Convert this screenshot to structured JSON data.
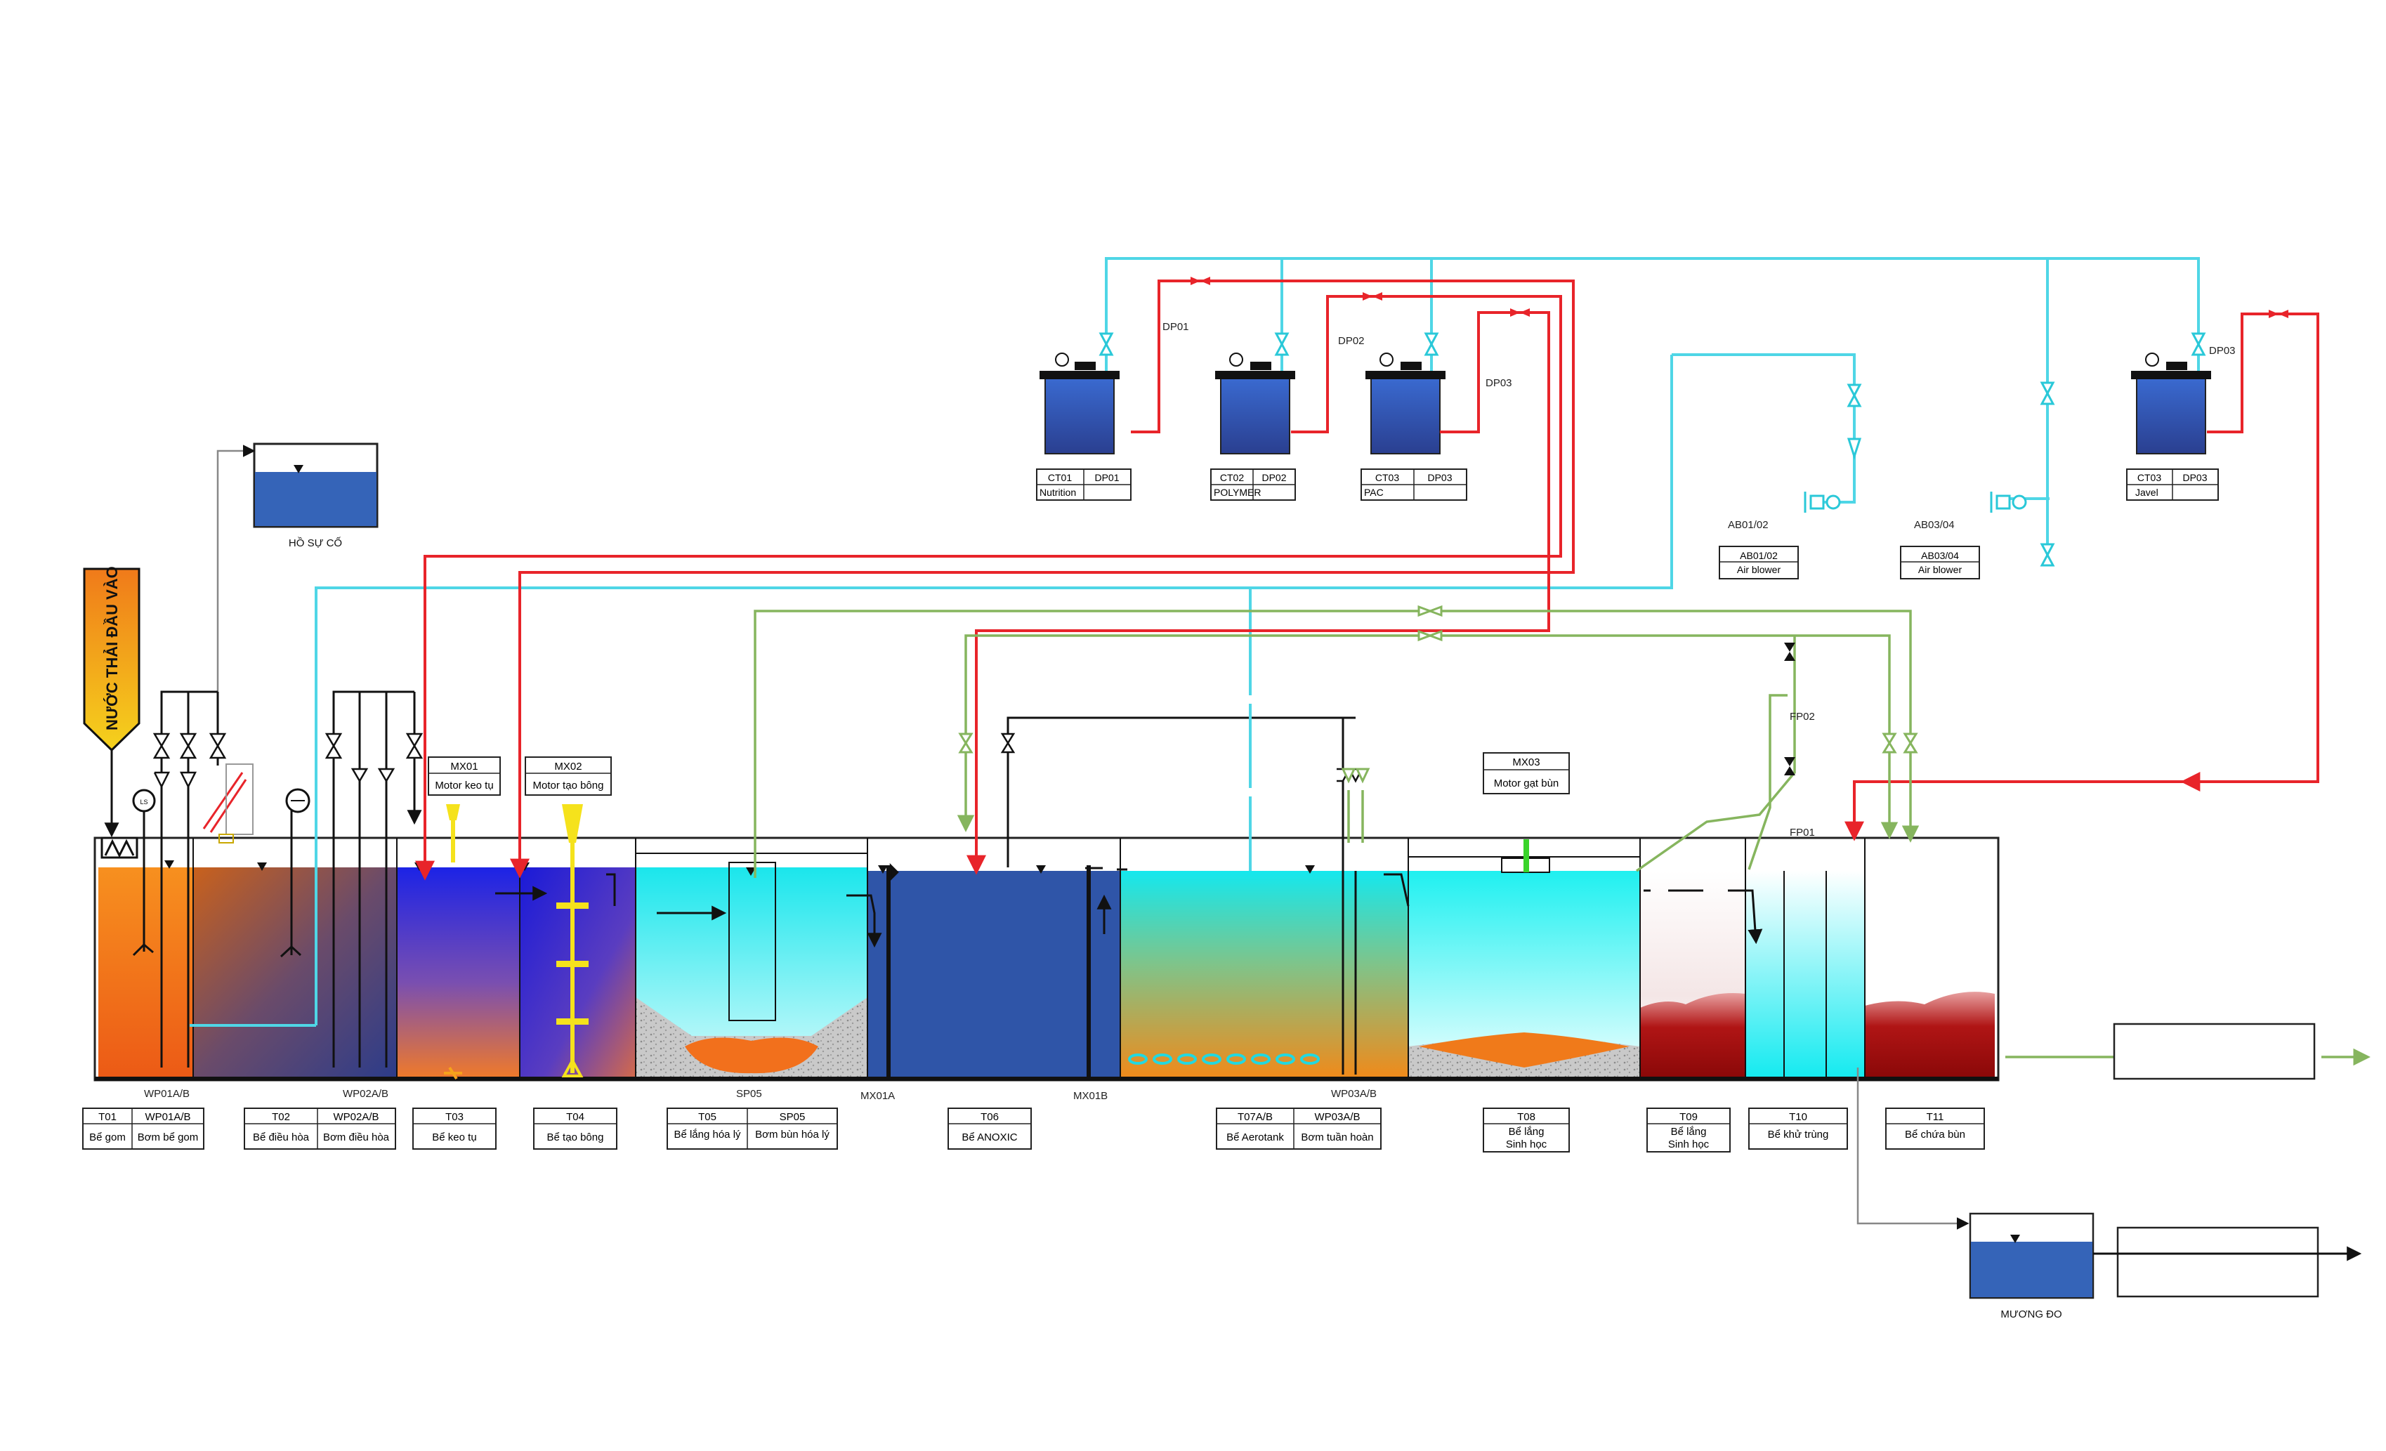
{
  "colors": {
    "chem_line": "#e8242a",
    "water_line": "#4fd6e6",
    "air_line": "#86b55e",
    "pipe": "#111111",
    "grey_pipe": "#888888",
    "dark_blue": "#2f55a8",
    "cyan": "#18f0f0",
    "orange": "#f57a1a",
    "yellow": "#f5e21c",
    "sludge_red": "#9a0b0b"
  },
  "inlet": {
    "label": "NƯỚC THẢI ĐẦU VÀO"
  },
  "emergency_tank": {
    "label": "HỒ SỰ CỐ"
  },
  "measure_tank": {
    "label": "MƯƠNG ĐO"
  },
  "dosing": [
    {
      "tag": "CT01",
      "pump": "DP01",
      "chemical": "Nutrition",
      "line_label": "DP01"
    },
    {
      "tag": "CT02",
      "pump": "DP02",
      "chemical": "POLYMER",
      "line_label": "DP02"
    },
    {
      "tag": "CT03",
      "pump": "DP03",
      "chemical": "PAC",
      "line_label": "DP03"
    },
    {
      "tag": "CT03",
      "pump": "DP03",
      "chemical": "Javel",
      "line_label": "DP03"
    }
  ],
  "blowers": [
    {
      "tag": "AB01/02",
      "name": "Air blower",
      "line_label": "AB01/02"
    },
    {
      "tag": "AB03/04",
      "name": "Air blower",
      "line_label": "AB03/04"
    }
  ],
  "motors": [
    {
      "tag": "MX01",
      "name": "Motor keo tụ"
    },
    {
      "tag": "MX02",
      "name": "Motor tạo bông"
    },
    {
      "tag": "MX03",
      "name": "Motor gạt bùn"
    }
  ],
  "pipe_labels": {
    "fp02": "FP02",
    "fp01": "FP01",
    "wp01": "WP01A/B",
    "wp02": "WP02A/B",
    "sp05": "SP05",
    "mx01a": "MX01A",
    "mx01b": "MX01B",
    "wp03": "WP03A/B"
  },
  "tanks": [
    {
      "tag": "T01",
      "name": "Bể gom",
      "pump_tag": "WP01A/B",
      "pump_name": "Bơm bể gom"
    },
    {
      "tag": "T02",
      "name": "Bể điều hòa",
      "pump_tag": "WP02A/B",
      "pump_name": "Bơm điều hòa"
    },
    {
      "tag": "T03",
      "name": "Bể keo tụ"
    },
    {
      "tag": "T04",
      "name": "Bể tạo bông"
    },
    {
      "tag": "T05",
      "name": "Bể lắng hóa lý",
      "pump_tag": "SP05",
      "pump_name": "Bơm bùn hóa lý"
    },
    {
      "tag": "T06",
      "name": "Bể ANOXIC"
    },
    {
      "tag": "T07A/B",
      "name": "Bể Aerotank",
      "pump_tag": "WP03A/B",
      "pump_name": "Bơm tuần hoàn"
    },
    {
      "tag": "T08",
      "name": "Bể lắng",
      "name2": "Sinh học"
    },
    {
      "tag": "T09",
      "name": "Bể lắng",
      "name2": "Sinh học"
    },
    {
      "tag": "T10",
      "name": "Bể khử trùng"
    },
    {
      "tag": "T11",
      "name": "Bể chứa bùn"
    }
  ]
}
